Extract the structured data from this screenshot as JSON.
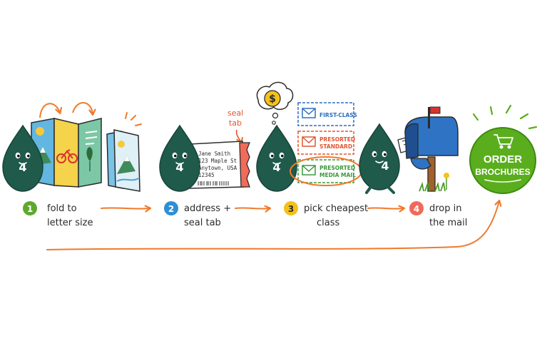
{
  "mascot": {
    "badge": "4",
    "color": "#1f5a4a"
  },
  "steps": [
    {
      "number": "1",
      "line1": "fold to",
      "line2": "letter size",
      "color": "#5fa82f"
    },
    {
      "number": "2",
      "line1": "address +",
      "line2": "seal tab",
      "color": "#2d8fd5"
    },
    {
      "number": "3",
      "line1": "pick cheapest",
      "line2": "class",
      "color": "#f2c21b"
    },
    {
      "number": "4",
      "line1": "drop in",
      "line2": "the mail",
      "color": "#ef6a5a"
    }
  ],
  "address_label": {
    "name": "Jane Smith",
    "street": "123 Maple St",
    "city": "Anytown, USA",
    "zip": "12345"
  },
  "seal_tab_note": {
    "line1": "seal",
    "line2": "tab"
  },
  "price_thought": "$",
  "mail_classes": [
    {
      "line1": "FIRST-CLASS",
      "line2": "",
      "color": "#2d6fc1",
      "highlighted": false
    },
    {
      "line1": "PRESORTED",
      "line2": "STANDARD",
      "color": "#e0562f",
      "highlighted": false
    },
    {
      "line1": "PRESORTED",
      "line2": "MEDIA MAIL",
      "color": "#3a9a3a",
      "highlighted": true
    }
  ],
  "cta": {
    "line1": "ORDER",
    "line2": "BROCHURES",
    "color": "#5aae1d"
  },
  "colors": {
    "arrow": "#f07a2b",
    "outline": "#2b2b2b"
  }
}
